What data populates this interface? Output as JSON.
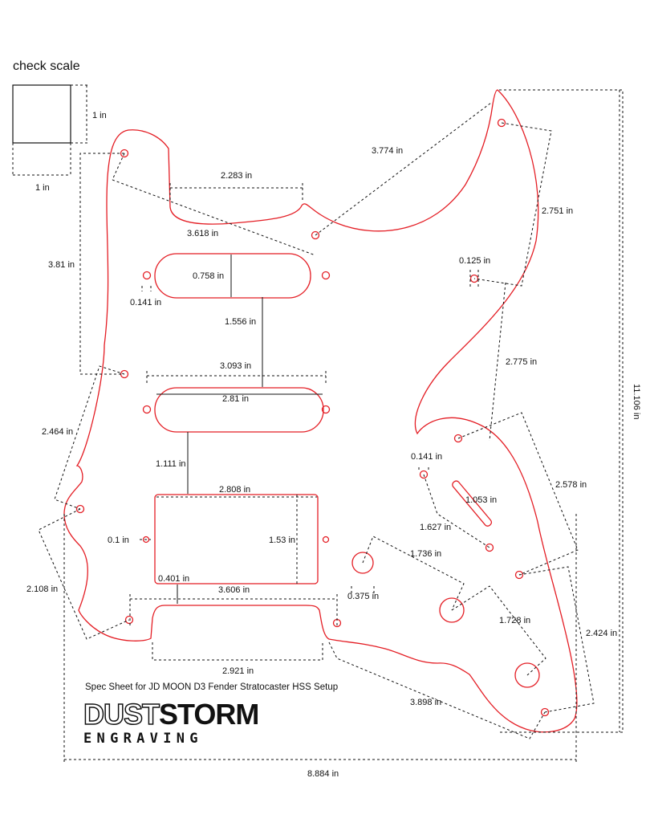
{
  "scale": {
    "title": "check scale",
    "height_label": "1 in",
    "width_label": "1 in"
  },
  "caption": "Spec Sheet for JD MOON D3 Fender Stratocaster HSS Setup",
  "logo": {
    "word1": "DUST",
    "word2": "STORM",
    "tagline": "ENGRAVING"
  },
  "dimensions": {
    "d_3774": "3.774 in",
    "d_2283": "2.283 in",
    "d_3618": "3.618 in",
    "d_2751": "2.751 in",
    "d_381": "3.81 in",
    "d_0125": "0.125 in",
    "d_0758": "0.758 in",
    "d_0141_top": "0.141 in",
    "d_1556": "1.556 in",
    "d_2775": "2.775 in",
    "d_3093": "3.093 in",
    "d_281": "2.81 in",
    "d_2464": "2.464 in",
    "d_0141_mid": "0.141 in",
    "d_1111": "1.111 in",
    "d_1053": "1.053 in",
    "d_2578": "2.578 in",
    "d_2808": "2.808 in",
    "d_1627": "1.627 in",
    "d_01": "0.1 in",
    "d_153": "1.53 in",
    "d_1736": "1.736 in",
    "d_0401": "0.401 in",
    "d_0375": "0.375 in",
    "d_2108": "2.108 in",
    "d_3606": "3.606 in",
    "d_1728": "1.728 in",
    "d_2424": "2.424 in",
    "d_11106": "11.106 in",
    "d_2921": "2.921 in",
    "d_3898": "3.898 in",
    "d_8884": "8.884 in"
  },
  "colors": {
    "cut_line": "#e41e25",
    "dimension_line": "#111111"
  }
}
